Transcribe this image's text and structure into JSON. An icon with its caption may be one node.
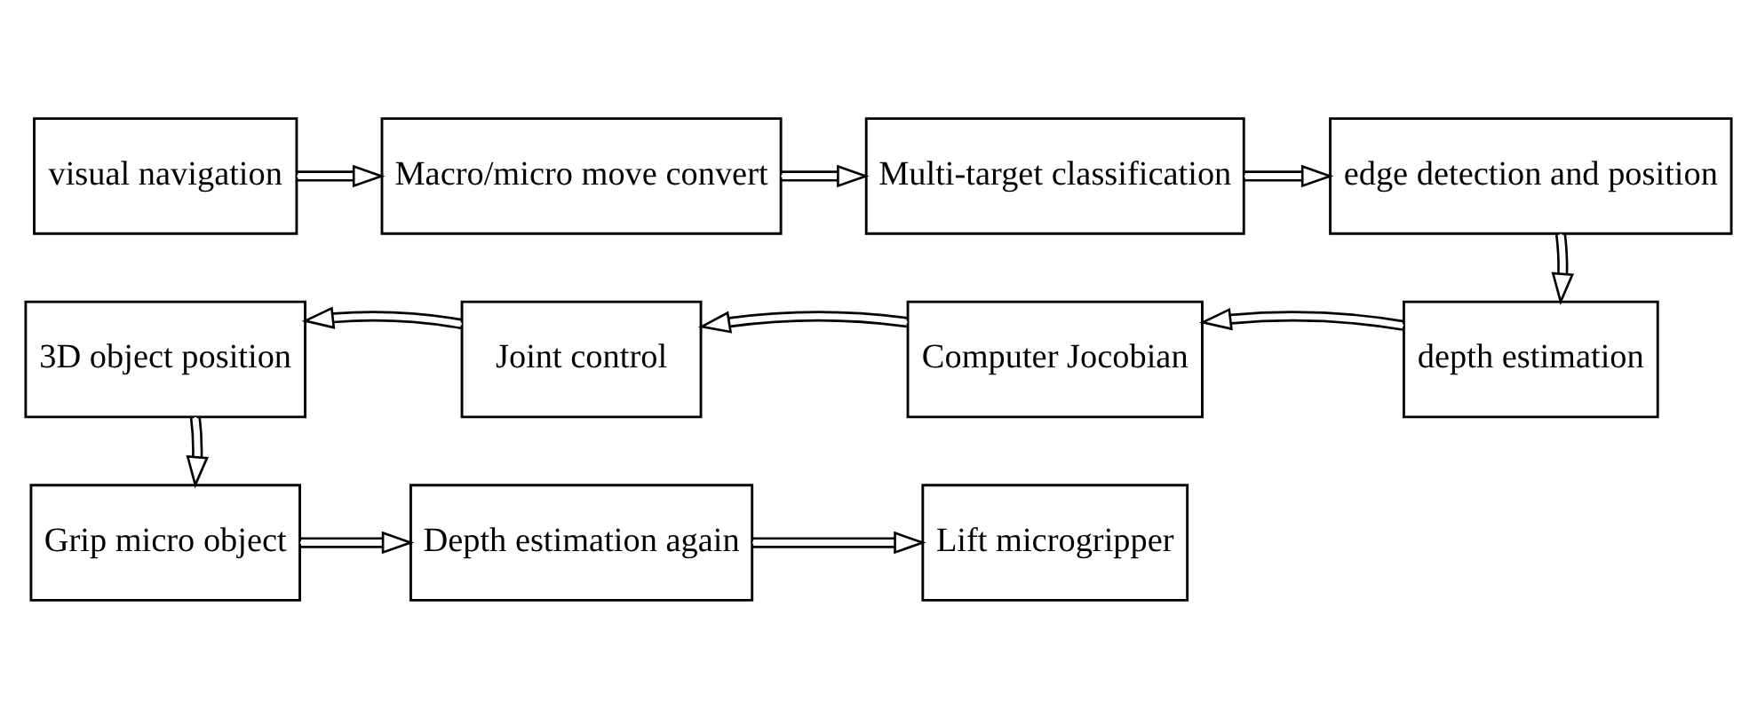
{
  "diagram": {
    "nodes": [
      {
        "text": [
          "visual navigation"
        ]
      },
      {
        "text": [
          "Macro/micro move convert"
        ]
      },
      {
        "text": [
          "Multi-target classification"
        ]
      },
      {
        "text": [
          "edge detection and position"
        ]
      },
      {
        "text": [
          "depth estimation"
        ]
      },
      {
        "text": [
          "Computer Jocobian"
        ]
      },
      {
        "text": [
          "Joint control"
        ]
      },
      {
        "text": [
          "3D object position"
        ]
      },
      {
        "text": [
          "Grip micro object"
        ]
      },
      {
        "text": [
          "Depth estimation again"
        ]
      },
      {
        "text": [
          "Lift microgripper"
        ]
      }
    ],
    "edges": [
      {
        "from": 0,
        "to": 1,
        "arrow": "to"
      },
      {
        "from": 1,
        "to": 2,
        "arrow": "to"
      },
      {
        "from": 2,
        "to": 3,
        "arrow": "to"
      },
      {
        "from": 3,
        "to": 4,
        "arrow": "to"
      },
      {
        "from": 4,
        "to": 5,
        "arrow": "to"
      },
      {
        "from": 5,
        "to": 6,
        "arrow": "to"
      },
      {
        "from": 6,
        "to": 7,
        "arrow": "to"
      },
      {
        "from": 7,
        "to": 8,
        "arrow": "to"
      },
      {
        "from": 8,
        "to": 9,
        "arrow": "to"
      },
      {
        "from": 9,
        "to": 10,
        "arrow": "to"
      }
    ]
  }
}
